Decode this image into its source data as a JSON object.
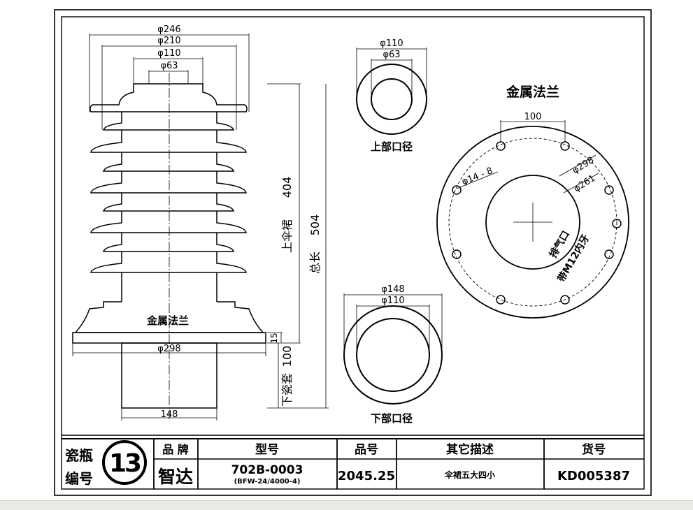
{
  "drawing": {
    "side_view": {
      "dims_top": [
        "φ246",
        "φ210",
        "φ110",
        "φ63"
      ],
      "flange_label": "金属法兰",
      "flange_dia": "φ298",
      "flange_thickness": "15",
      "bottom_dia": "148",
      "upper_shed_label": "上伞裙",
      "upper_shed_len": "404",
      "total_label": "总长",
      "total_len": "504",
      "lower_label": "下瓷套",
      "lower_len": "100"
    },
    "upper_bore": {
      "dims": [
        "φ110",
        "φ63"
      ],
      "label": "上部口径"
    },
    "lower_bore": {
      "dims": [
        "φ148",
        "φ110"
      ],
      "label": "下部口径"
    },
    "flange_view": {
      "title": "金属法兰",
      "spacing": "100",
      "hole_spec": "φ14 - 8",
      "circle_outer": "φ298",
      "circle_inner": "φ261",
      "vent_label": "排气口",
      "thread_label": "带M12内牙"
    }
  },
  "title_block": {
    "id_label_1": "瓷瓶",
    "id_label_2": "编号",
    "id_number": "13",
    "brand_label": "品 牌",
    "brand_value": "智达",
    "model_label": "型号",
    "model_value": "702B-0003",
    "model_sub": "(BFW-24/4000-4)",
    "part_label": "品号",
    "part_value": "2045.25",
    "desc_label": "其它描述",
    "desc_value": "伞裙五大四小",
    "goods_label": "货号",
    "goods_value": "KD005387"
  }
}
